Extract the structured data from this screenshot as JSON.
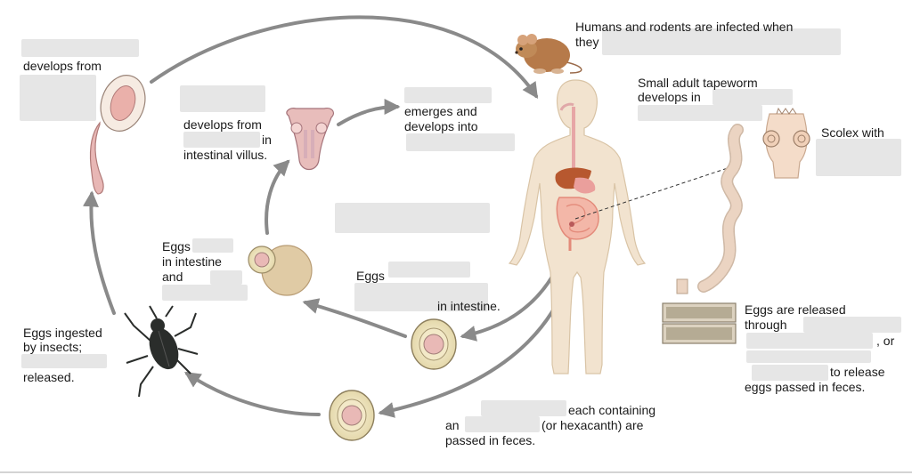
{
  "diagram": {
    "labels": {
      "humans_rodents_l1": "Humans and rodents are infected when",
      "humans_rodents_l2": "they",
      "adult_l1": "Small adult tapeworm",
      "adult_l2": "develops in",
      "scolex": "Scolex with",
      "develops_from": "develops from",
      "cyst_l2": "develops from",
      "cyst_l3": "in",
      "cyst_l4": "intestinal villus.",
      "emerges_l1": "emerges and",
      "emerges_l2": "develops into",
      "eggs_intestine_l1": "Eggs",
      "eggs_intestine_l2": "in intestine",
      "eggs_intestine_l3": "and",
      "eggs_mid_l1": "Eggs",
      "eggs_mid_l3": "in intestine.",
      "insects_l1": "Eggs ingested",
      "insects_l2": "by insects;",
      "insects_l4": "released.",
      "released_l1": "Eggs are released",
      "released_l2": "through",
      "released_l3": ", or",
      "released_l5": "to release",
      "released_l6": "eggs passed in feces.",
      "feces_l1": "each containing",
      "feces_l2a": "an",
      "feces_l2b": "(or hexacanth) are",
      "feces_l3": "passed in feces."
    },
    "colors": {
      "arrow": "#8a8a8a",
      "body_skin": "#f2e3cf",
      "egg_shell": "#efe6c4",
      "embryo": "#e9b9b6",
      "tapeworm": "#ebd4c2",
      "beetle": "#2a2d2b",
      "mouse": "#b67a4a",
      "mask": "#e6e6e6"
    }
  }
}
